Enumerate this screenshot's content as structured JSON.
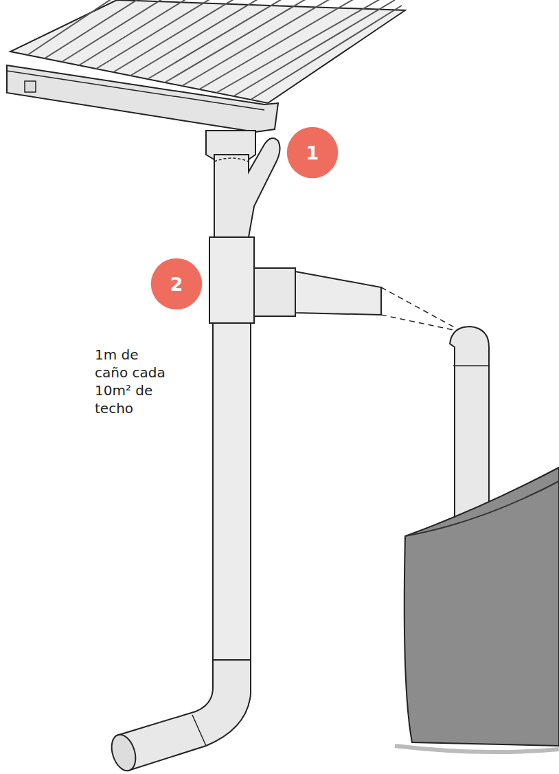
{
  "diagram": {
    "nodes": [
      {
        "text": [
          "1"
        ]
      },
      {
        "text": [
          "2"
        ]
      }
    ],
    "labels": [
      "1m de caño cada 10m² de techo"
    ]
  }
}
